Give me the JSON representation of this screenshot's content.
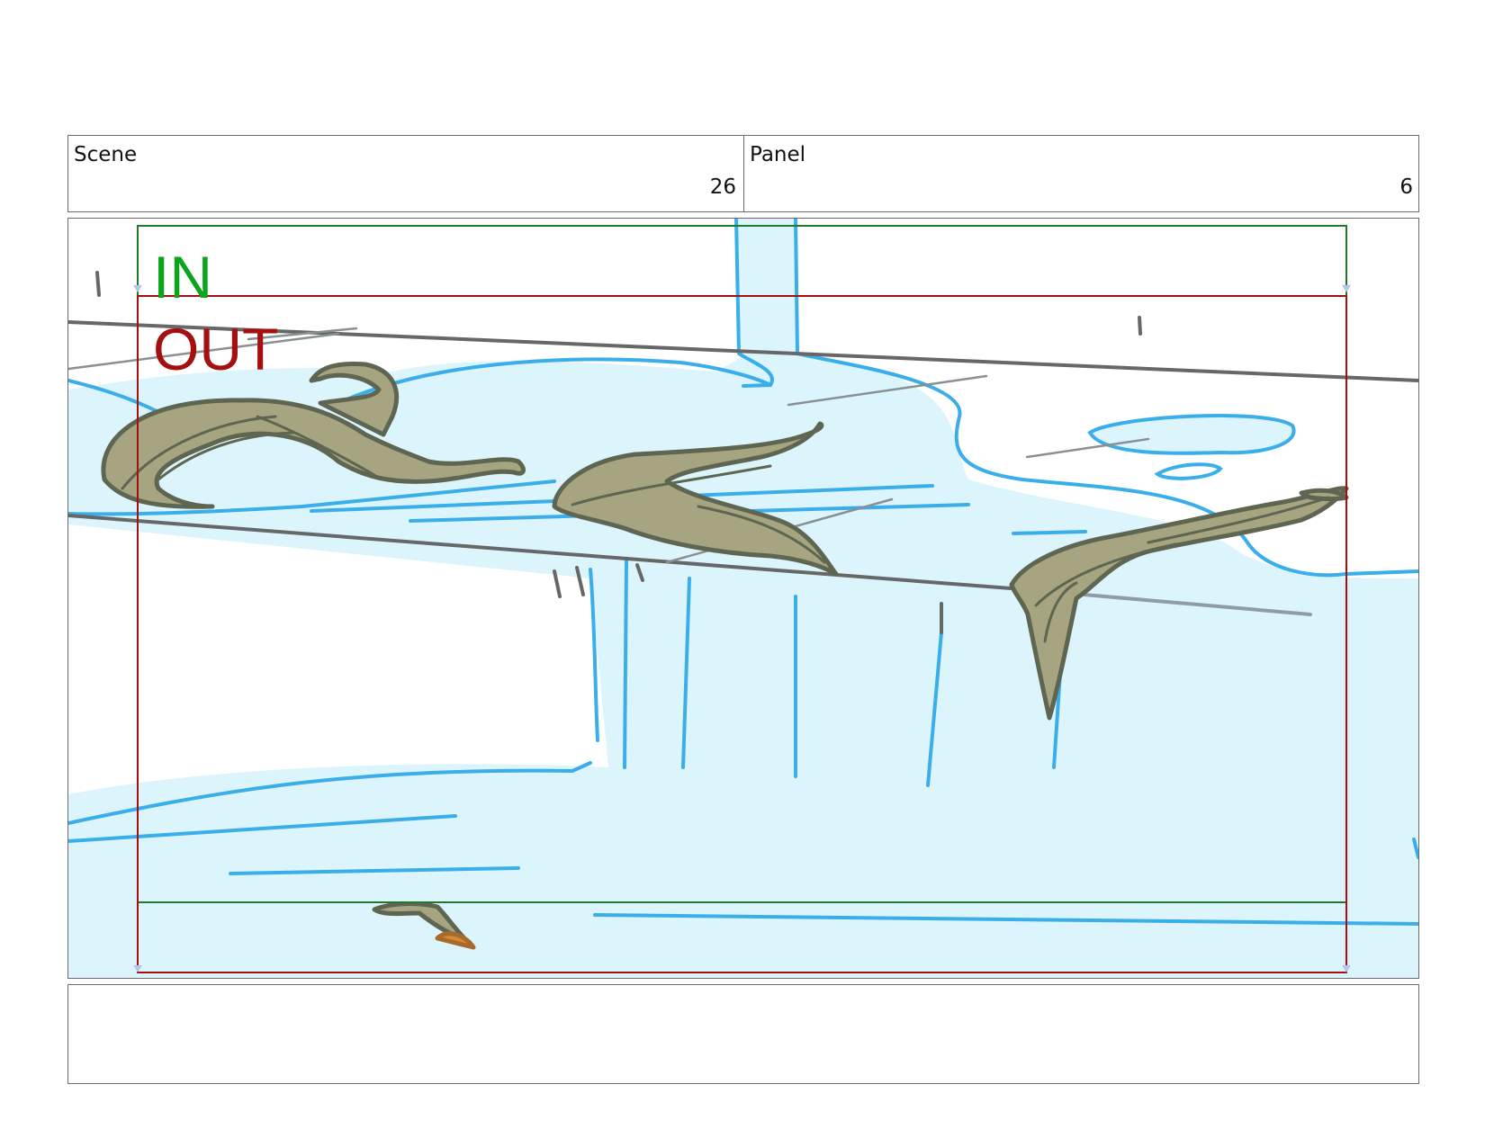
{
  "header": {
    "scene_label": "Scene",
    "scene_number": "26",
    "panel_label": "Panel",
    "panel_number": "6"
  },
  "frame": {
    "in_label": "IN",
    "out_label": "OUT",
    "in_color": "#0aa51c",
    "out_color": "#a40f0f"
  },
  "colors": {
    "water_fill": "#dcf5fd",
    "water_line": "#3aaeea",
    "leaf_fill": "#a7a481",
    "leaf_line": "#5e6651",
    "ledge_line": "#676767"
  },
  "notes": {
    "text": ""
  }
}
